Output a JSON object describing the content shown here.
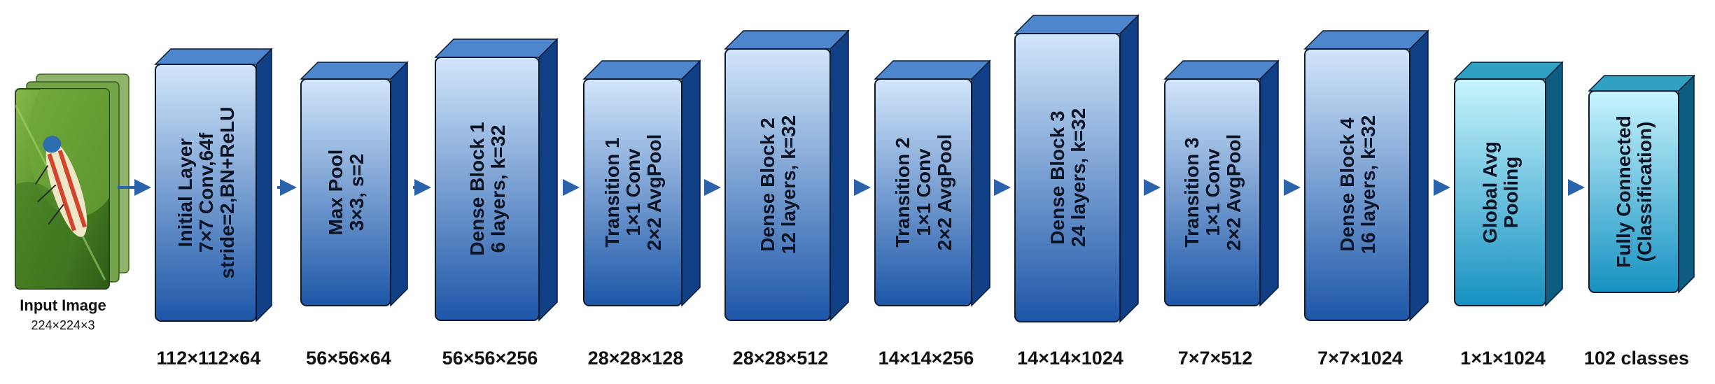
{
  "input": {
    "title": "Input Image",
    "size": "224×224×3",
    "colors": {
      "leaf": "#5f9a2e",
      "bug_red": "#d2452c",
      "bug_cream": "#efe6c8"
    }
  },
  "stages": [
    {
      "id": "initial-layer",
      "lines": [
        "Initial Layer",
        "7×7 Conv,64f",
        "stride=2,BN+ReLU"
      ],
      "dim": "112×112×64",
      "style": "blue"
    },
    {
      "id": "max-pool",
      "lines": [
        "Max Pool",
        "3×3, s=2"
      ],
      "dim": "56×56×64",
      "style": "blue"
    },
    {
      "id": "dense-block-1",
      "lines": [
        "Dense Block 1",
        "6 layers, k=32"
      ],
      "dim": "56×56×256",
      "style": "blue"
    },
    {
      "id": "transition-1",
      "lines": [
        "Transition 1",
        "1×1 Conv",
        "2×2 AvgPool"
      ],
      "dim": "28×28×128",
      "style": "blue"
    },
    {
      "id": "dense-block-2",
      "lines": [
        "Dense Block 2",
        "12 layers, k=32"
      ],
      "dim": "28×28×512",
      "style": "blue"
    },
    {
      "id": "transition-2",
      "lines": [
        "Transition 2",
        "1×1 Conv",
        "2×2 AvgPool"
      ],
      "dim": "14×14×256",
      "style": "blue"
    },
    {
      "id": "dense-block-3",
      "lines": [
        "Dense Block 3",
        "24 layers, k=32"
      ],
      "dim": "14×14×1024",
      "style": "blue"
    },
    {
      "id": "transition-3",
      "lines": [
        "Transition 3",
        "1×1 Conv",
        "2×2 AvgPool"
      ],
      "dim": "7×7×512",
      "style": "blue"
    },
    {
      "id": "dense-block-4",
      "lines": [
        "Dense Block 4",
        "16 layers, k=32"
      ],
      "dim": "7×7×1024",
      "style": "blue"
    },
    {
      "id": "global-avg-pooling",
      "lines": [
        "Global Avg",
        "Pooling"
      ],
      "dim": "1×1×1024",
      "style": "cyan"
    },
    {
      "id": "fully-connected",
      "lines": [
        "Fully Connected",
        "(Classification)"
      ],
      "dim": "102 classes",
      "style": "cyan"
    }
  ],
  "colors": {
    "blue_front_top": "#d2e6fb",
    "blue_front_bottom": "#1d56a7",
    "blue_top_face": "#4d86cc",
    "blue_side_face": "#113f86",
    "cyan_front_top": "#c8f4fd",
    "cyan_front_bottom": "#1691c1",
    "cyan_top_face": "#2f9fc2",
    "cyan_side_face": "#0c5d80",
    "arrow": "#2a62ac",
    "outline": "#0a1a33"
  }
}
